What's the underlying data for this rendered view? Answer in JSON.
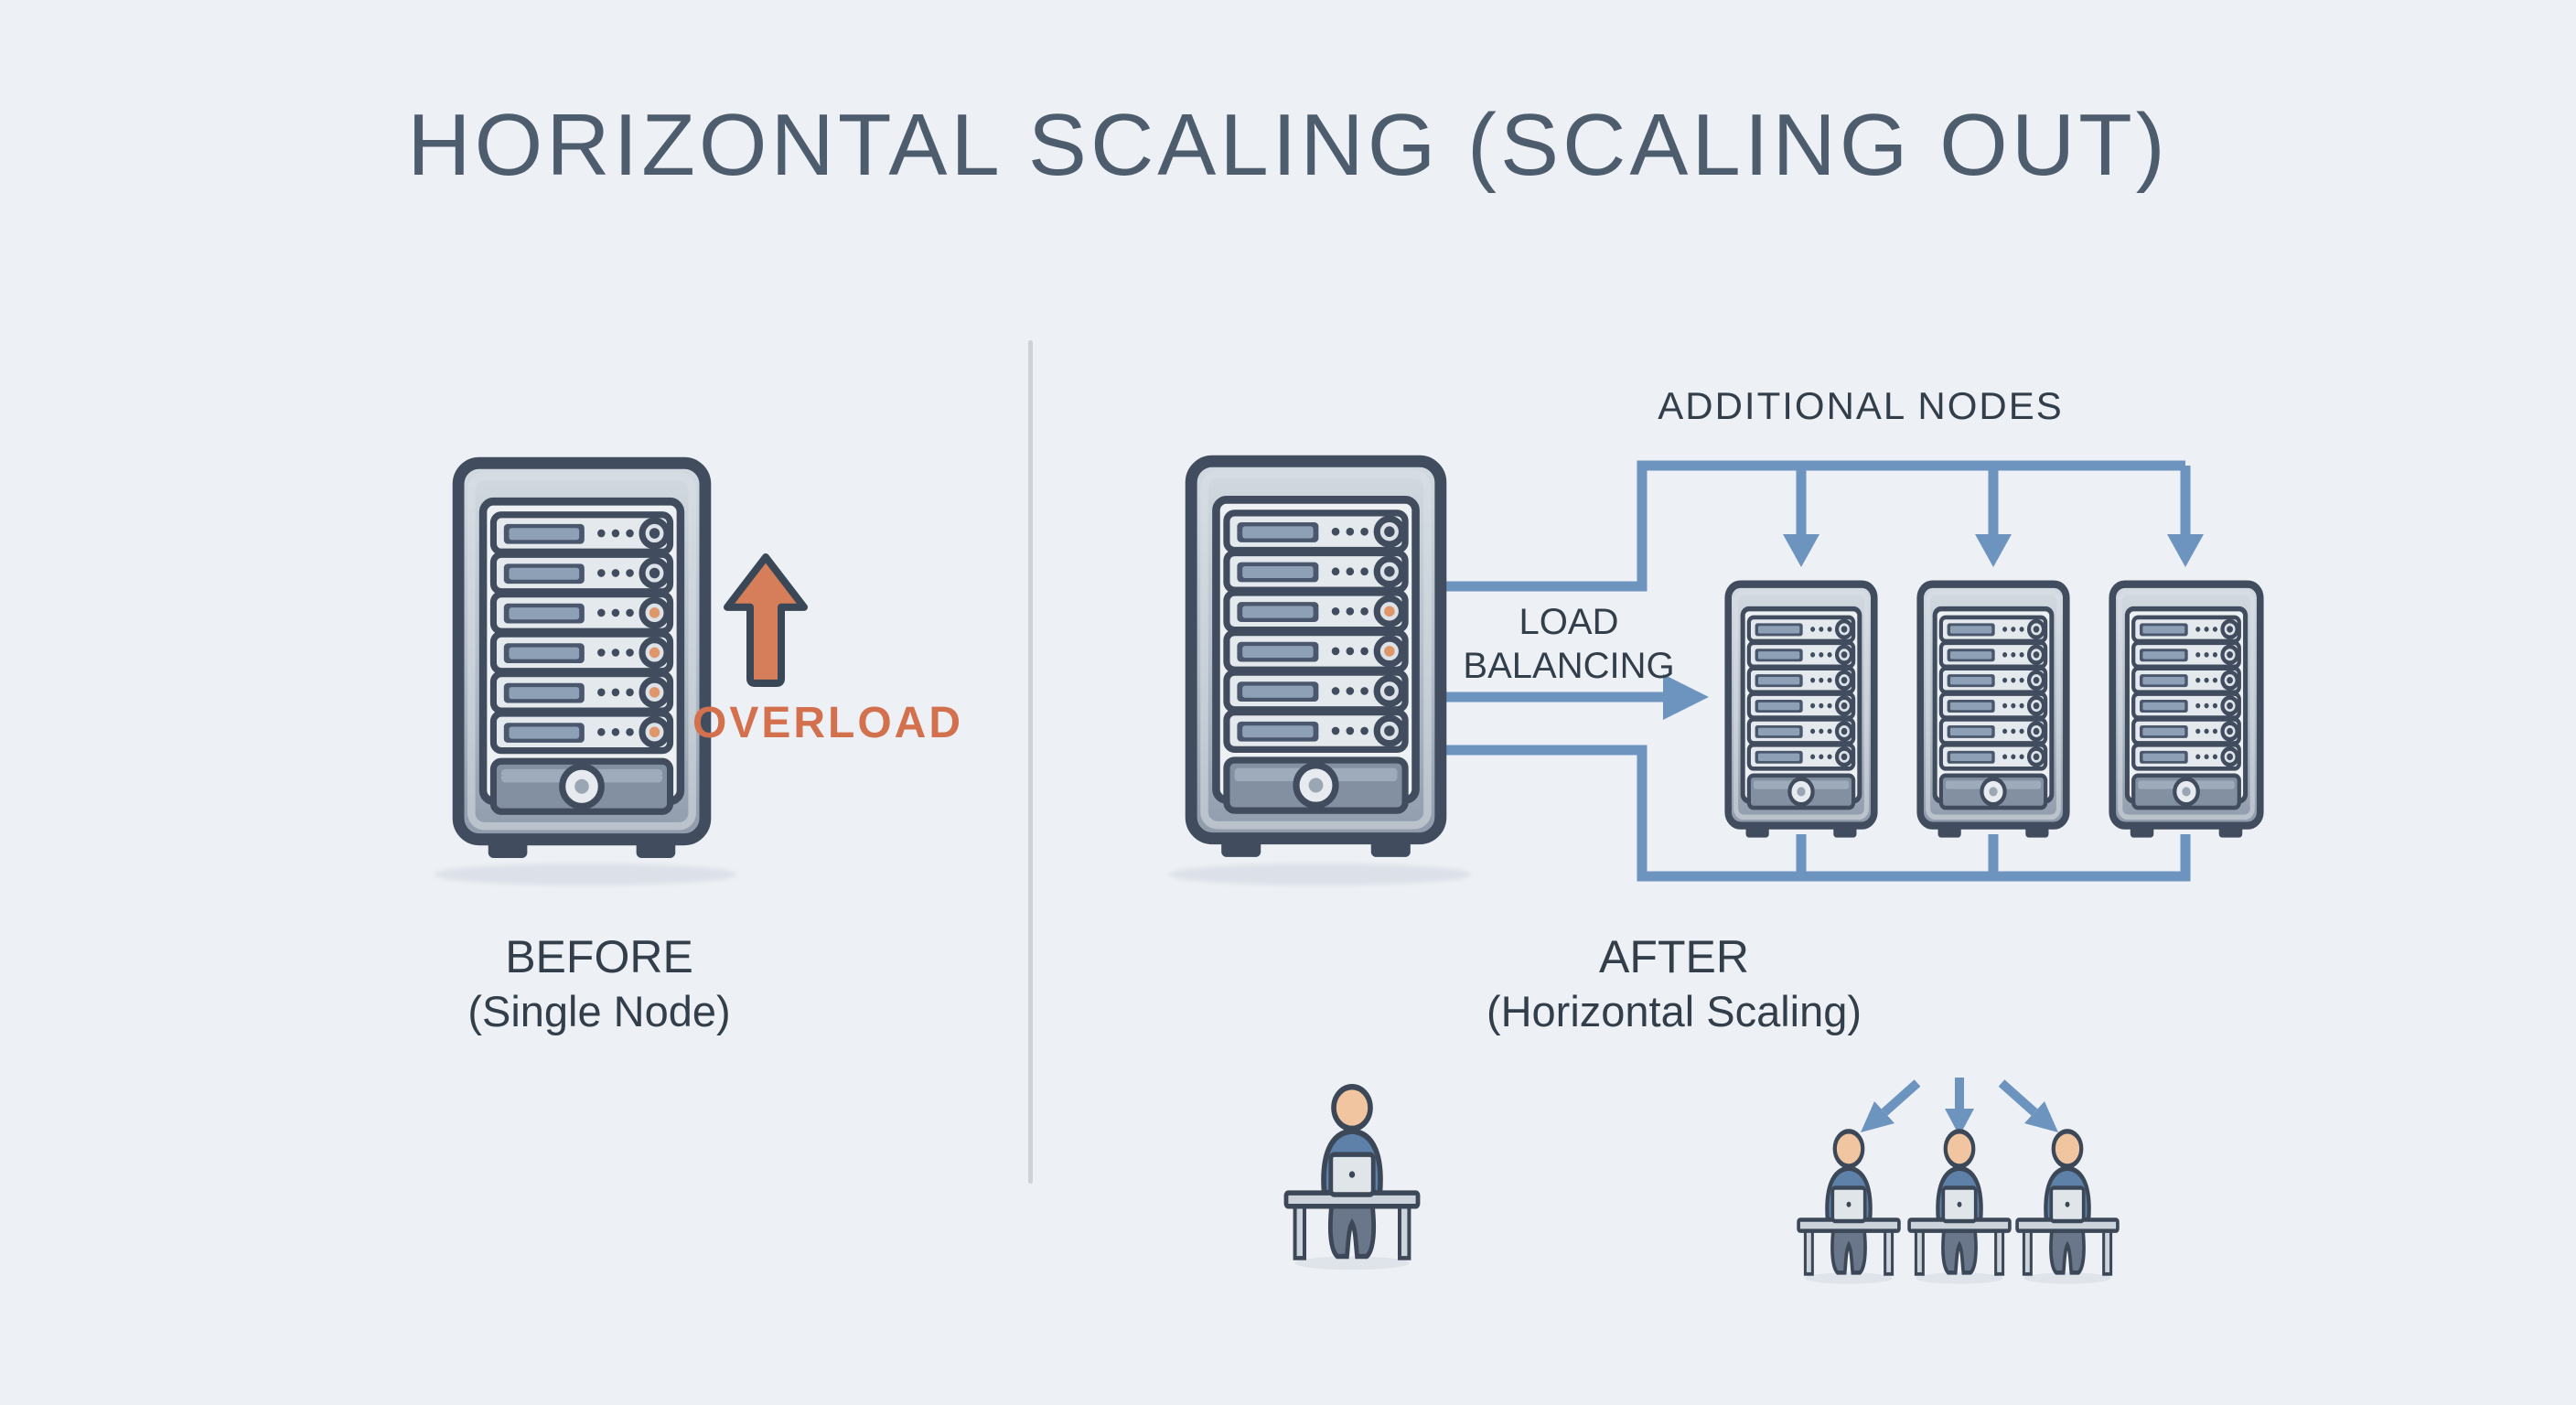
{
  "title": "HORIZONTAL SCALING (SCALING OUT)",
  "left_panel": {
    "overload_label": "OVERLOAD",
    "caption_line1": "BEFORE",
    "caption_line2": "(Single Node)"
  },
  "right_panel": {
    "additional_nodes_label": "ADDITIONAL NODES",
    "load_balancing_line1": "LOAD",
    "load_balancing_line2": "BALANCING",
    "caption_line1": "AFTER",
    "caption_line2": "(Horizontal Scaling)"
  },
  "colors": {
    "background": "#edf0f4",
    "title_text": "#4e5d6e",
    "label_text": "#333e4b",
    "accent_orange": "#d3714e",
    "connector_blue": "#6d94bf",
    "outline_slate": "#414d5e"
  },
  "icons": {
    "left_server": "single-node-server-icon",
    "overload_arrow": "overload-arrow-icon",
    "origin_server": "origin-server-icon",
    "node_servers": [
      "node-server-icon-1",
      "node-server-icon-2",
      "node-server-icon-3"
    ],
    "single_user": "single-user-at-desk-icon",
    "users": [
      "user-at-desk-icon-1",
      "user-at-desk-icon-2",
      "user-at-desk-icon-3"
    ],
    "distribution_arrows": "distribution-arrows-icon"
  }
}
